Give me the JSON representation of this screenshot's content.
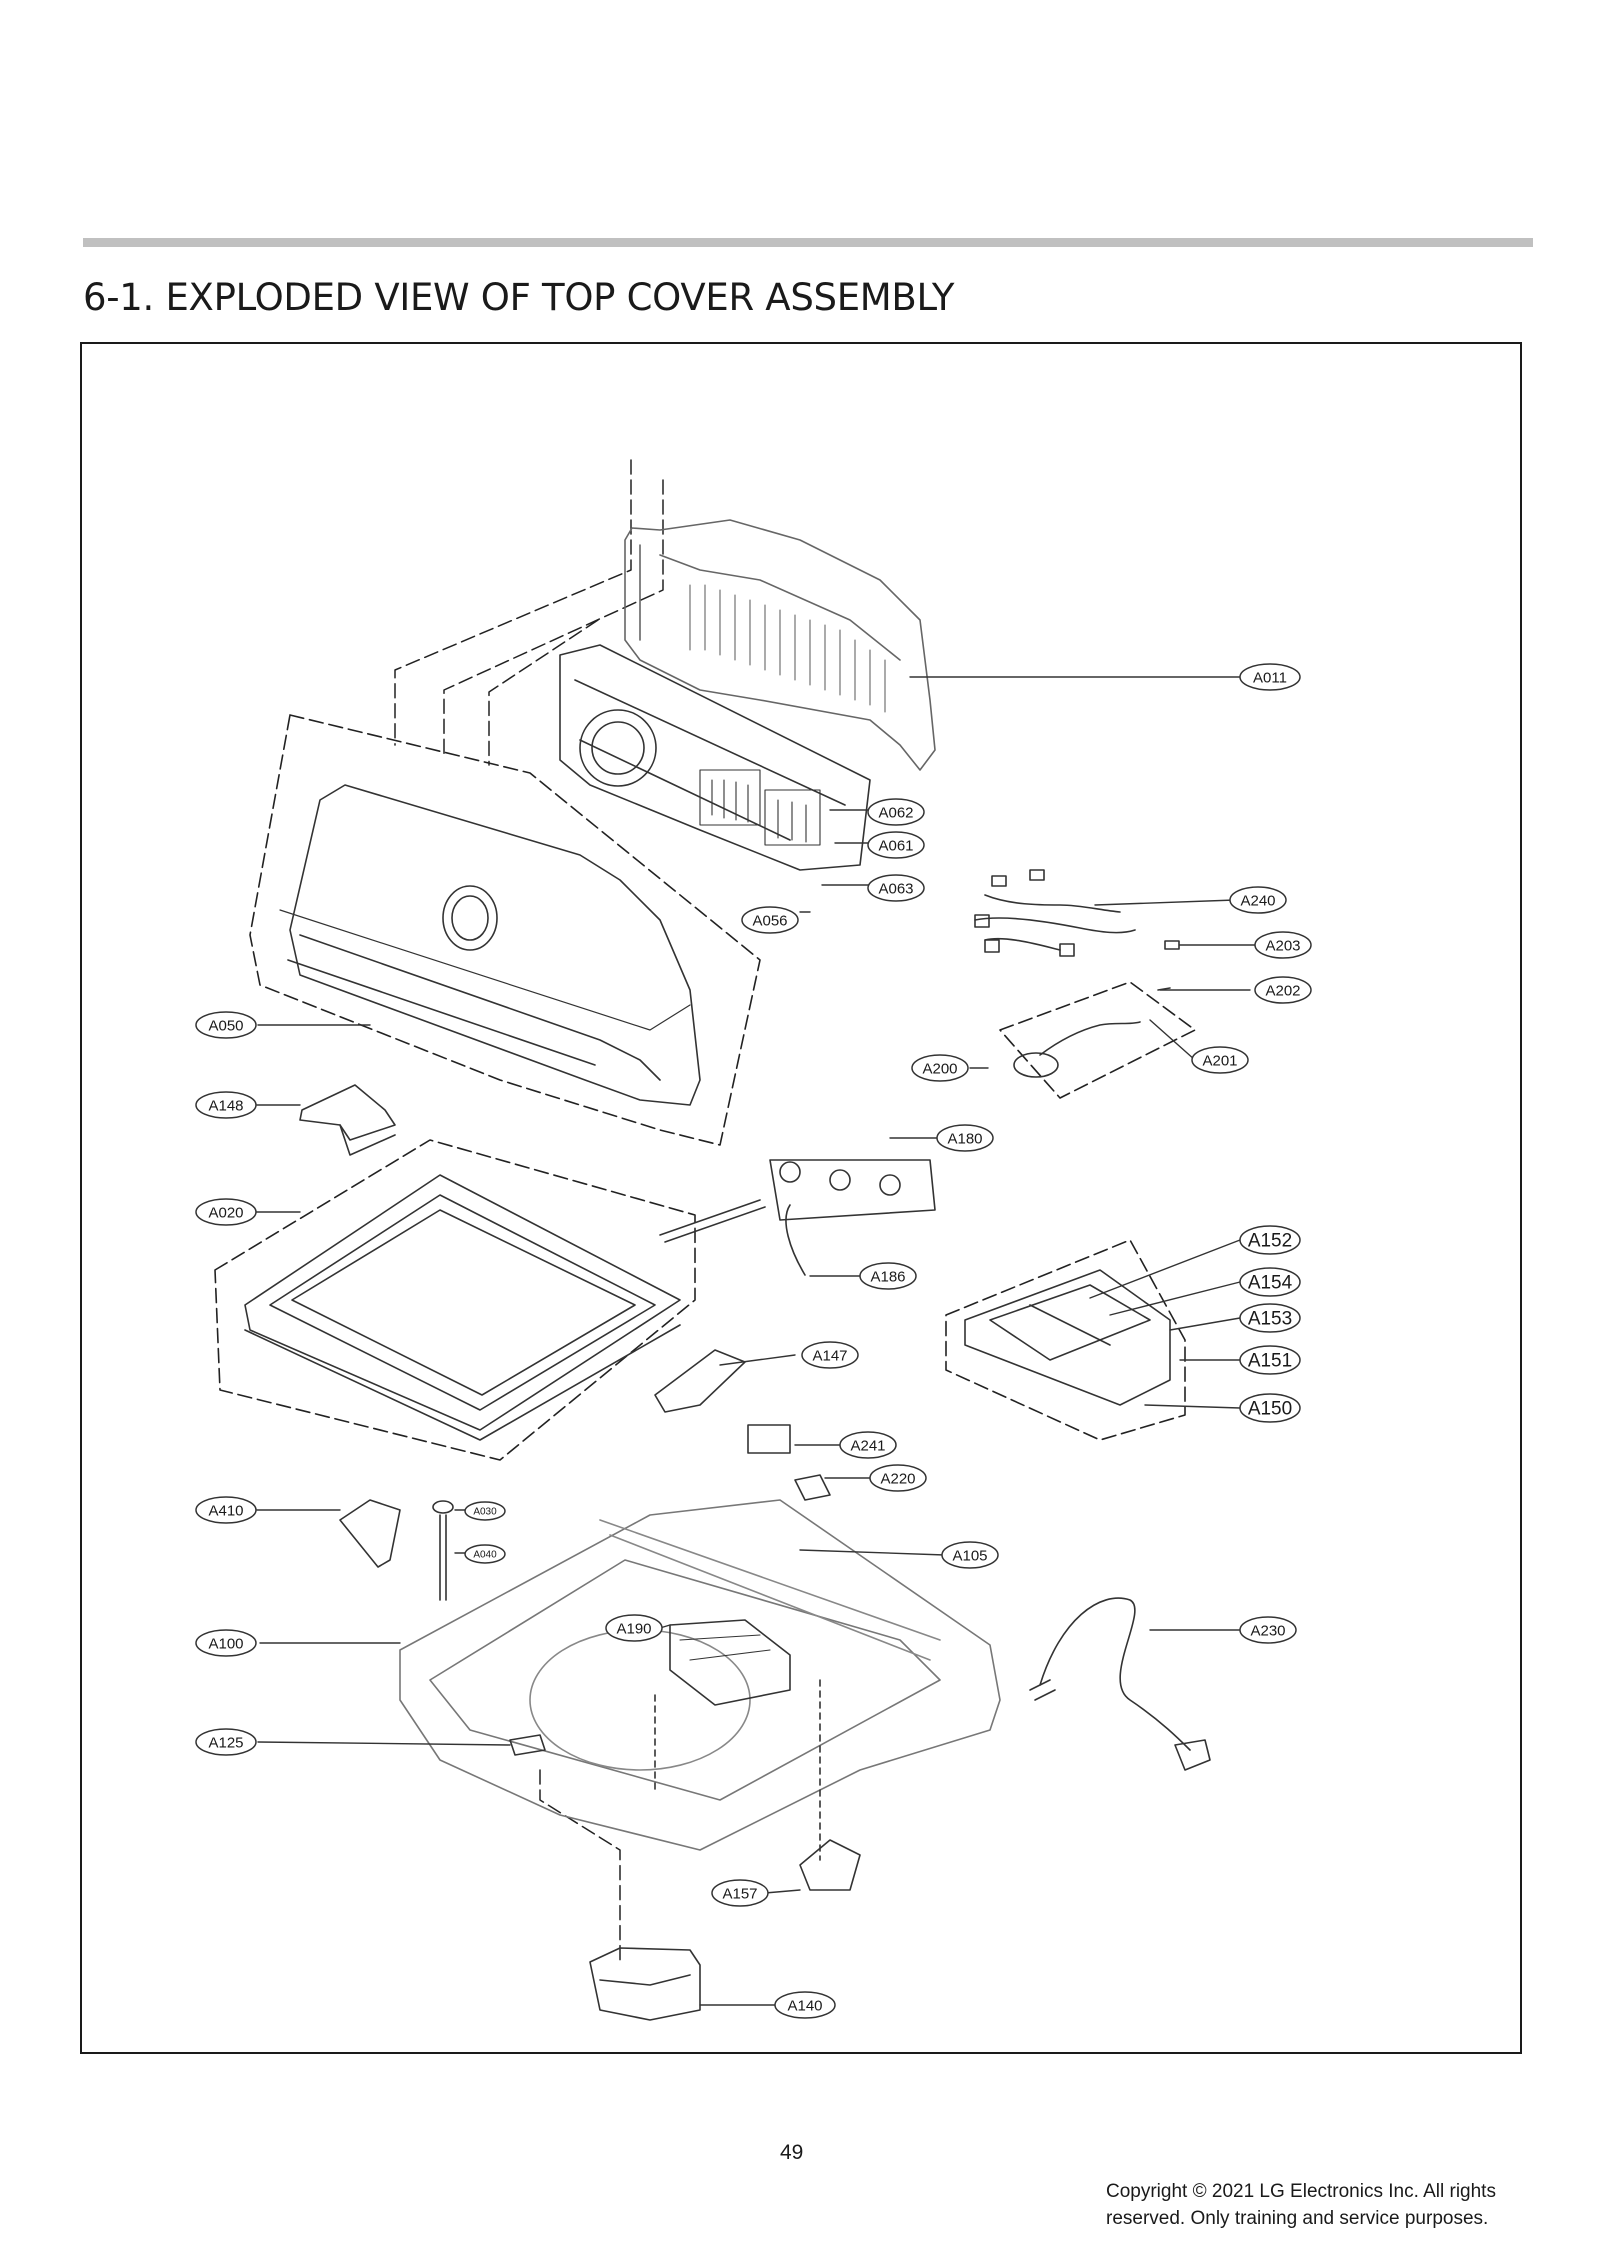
{
  "title": "6-1. EXPLODED VIEW OF TOP COVER ASSEMBLY",
  "page_number": "49",
  "copyright": {
    "line1": "Copyright © 2021 LG Electronics Inc. All rights",
    "line2": "reserved. Only training and service purposes."
  },
  "callouts": {
    "A011": "A011",
    "A062": "A062",
    "A061": "A061",
    "A063": "A063",
    "A056": "A056",
    "A240": "A240",
    "A203": "A203",
    "A202": "A202",
    "A201": "A201",
    "A200": "A200",
    "A050": "A050",
    "A148": "A148",
    "A180": "A180",
    "A020": "A020",
    "A186": "A186",
    "A152": "A152",
    "A154": "A154",
    "A153": "A153",
    "A151": "A151",
    "A150": "A150",
    "A147": "A147",
    "A241": "A241",
    "A220": "A220",
    "A410": "A410",
    "A030": "A030",
    "A040": "A040",
    "A105": "A105",
    "A100": "A100",
    "A190": "A190",
    "A230": "A230",
    "A125": "A125",
    "A157": "A157",
    "A140": "A140"
  }
}
